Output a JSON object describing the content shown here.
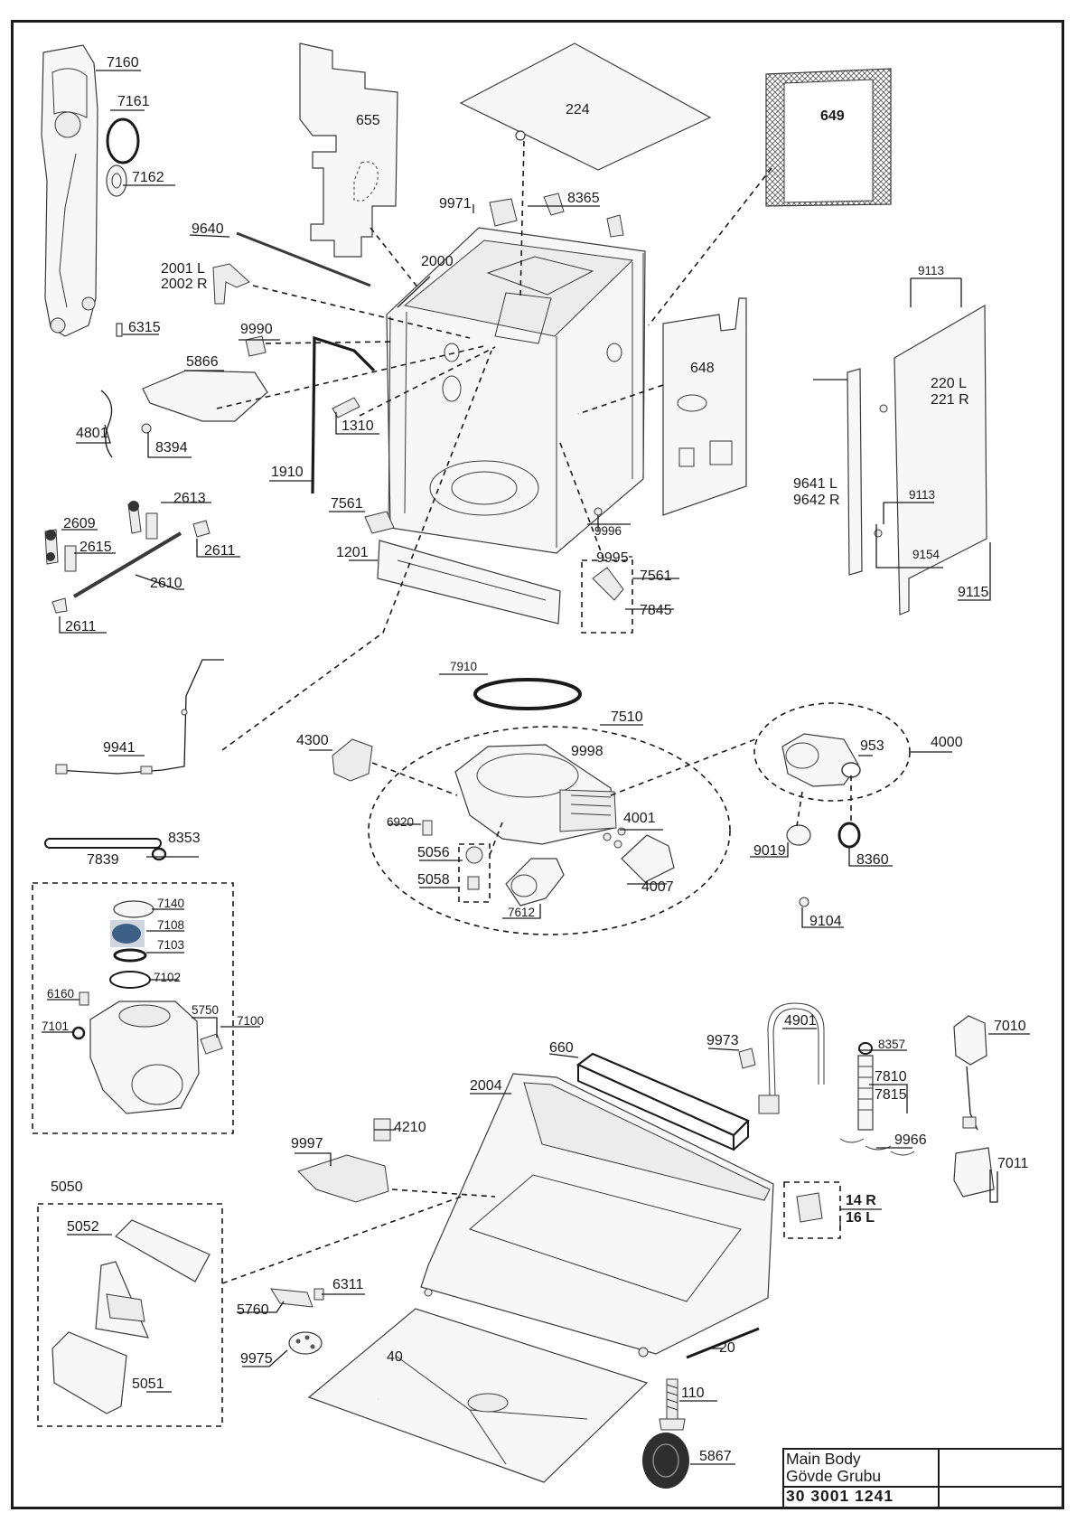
{
  "title_block": {
    "name_en": "Main Body",
    "name_tr": "Gövde Grubu",
    "code": "30 3001 1241"
  },
  "labels": {
    "l7160": "7160",
    "l7161": "7161",
    "l7162": "7162",
    "l6315": "6315",
    "l655": "655",
    "l224": "224",
    "l649": "649",
    "l9971": "9971",
    "l8365": "8365",
    "l2000": "2000",
    "l9640": "9640",
    "l2001": "2001 L",
    "l2002": "2002 R",
    "l9990": "9990",
    "l5866": "5866",
    "l4801": "4801",
    "l8394": "8394",
    "l1310": "1310",
    "l1910": "1910",
    "l7561a": "7561",
    "l1201": "1201",
    "l648": "648",
    "l9113a": "9113",
    "l220": "220 L",
    "l221": "221 R",
    "l9641": "9641 L",
    "l9642": "9642 R",
    "l9113b": "9113",
    "l9154": "9154",
    "l9115": "9115",
    "l9996": "9996",
    "l9995": "9995",
    "l7561b": "7561",
    "l7845": "7845",
    "l2613": "2613",
    "l2609": "2609",
    "l2615": "2615",
    "l2611a": "2611",
    "l2610": "2610",
    "l2611b": "2611",
    "l7910": "7910",
    "l7510": "7510",
    "l4300": "4300",
    "l9998": "9998",
    "l953": "953",
    "l4000": "4000",
    "l9941": "9941",
    "l6920": "6920",
    "l4001": "4001",
    "l5056": "5056",
    "l5058": "5058",
    "l4007": "4007",
    "l7612": "7612",
    "l9019": "9019",
    "l8360": "8360",
    "l9104": "9104",
    "l7839": "7839",
    "l8353": "8353",
    "l7140": "7140",
    "l7108": "7108",
    "l7103": "7103",
    "l7102": "7102",
    "l6160": "6160",
    "l5750": "5750",
    "l7101": "7101",
    "l7100": "7100",
    "l660": "660",
    "l9973": "9973",
    "l4901": "4901",
    "l8357": "8357",
    "l7010": "7010",
    "l2004": "2004",
    "l7810": "7810",
    "l7815": "7815",
    "l9966": "9966",
    "l4210": "4210",
    "l9997": "9997",
    "l7011": "7011",
    "l14r": "14 R",
    "l16l": "16 L",
    "l5050": "5050",
    "l5052": "5052",
    "l5760": "5760",
    "l6311": "6311",
    "l9975": "9975",
    "l40": "40",
    "l20": "20",
    "l5051": "5051",
    "l110": "110",
    "l5867": "5867"
  },
  "colors": {
    "ink": "#1a1a1a",
    "part_fill": "#f7f7f7",
    "accent_disc": "#3d5f86"
  }
}
